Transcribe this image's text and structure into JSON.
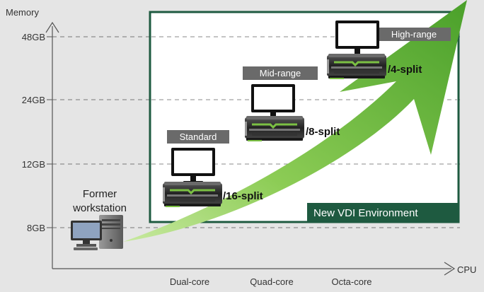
{
  "axes": {
    "y_title": "Memory",
    "x_title": "CPU",
    "y_ticks": [
      "48GB",
      "24GB",
      "12GB",
      "8GB"
    ],
    "x_ticks": [
      "Dual-core",
      "Quad-core",
      "Octa-core"
    ]
  },
  "vdi_box": {
    "label": "New VDI Environment"
  },
  "former": {
    "line1": "Former",
    "line2": "workstation"
  },
  "tiers": [
    {
      "badge": "Standard",
      "split": "/16-split"
    },
    {
      "badge": "Mid-range",
      "split": "/8-split"
    },
    {
      "badge": "High-range",
      "split": "/4-split"
    }
  ],
  "colors": {
    "background": "#e5e5e5",
    "box_border": "#1e5a40",
    "box_fill": "#ffffff",
    "label_fill": "#1e5a40",
    "arrow_light": "#a8d86e",
    "arrow_dark": "#4aa02a",
    "badge_fill": "#6a6a6a",
    "gpu_accent": "#7bc043"
  },
  "icons": {
    "monitor": "monitor-icon",
    "gpu": "gpu-card-icon",
    "workstation": "desktop-workstation-icon"
  }
}
